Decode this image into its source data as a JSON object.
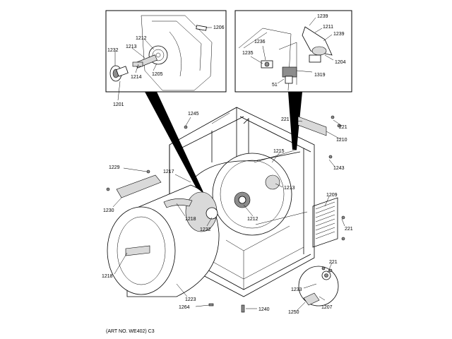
{
  "diagram": {
    "callouts_main": [
      {
        "id": "1245",
        "text": "1245"
      },
      {
        "id": "221a",
        "text": "221"
      },
      {
        "id": "221b",
        "text": "221"
      },
      {
        "id": "1210",
        "text": "1210"
      },
      {
        "id": "1215",
        "text": "1215"
      },
      {
        "id": "1243",
        "text": "1243"
      },
      {
        "id": "1229",
        "text": "1229"
      },
      {
        "id": "1217",
        "text": "1217"
      },
      {
        "id": "1213",
        "text": "1213"
      },
      {
        "id": "1209",
        "text": "1209"
      },
      {
        "id": "1230",
        "text": "1230"
      },
      {
        "id": "1218a",
        "text": "1218"
      },
      {
        "id": "1212",
        "text": "1212"
      },
      {
        "id": "1232",
        "text": "1232"
      },
      {
        "id": "221c",
        "text": "221"
      },
      {
        "id": "221d",
        "text": "221"
      },
      {
        "id": "1218b",
        "text": "1218"
      },
      {
        "id": "1223",
        "text": "1223"
      },
      {
        "id": "1233",
        "text": "1233"
      },
      {
        "id": "1207",
        "text": "1207"
      },
      {
        "id": "1264",
        "text": "1264"
      },
      {
        "id": "1240",
        "text": "1240"
      },
      {
        "id": "1250",
        "text": "1250"
      }
    ],
    "inset_left": {
      "callouts": [
        {
          "id": "1206",
          "text": "1206"
        },
        {
          "id": "1212",
          "text": "1212"
        },
        {
          "id": "1232",
          "text": "1232"
        },
        {
          "id": "1213",
          "text": "1213"
        },
        {
          "id": "1214",
          "text": "1214"
        },
        {
          "id": "1205",
          "text": "1205"
        },
        {
          "id": "1201",
          "text": "1201"
        }
      ]
    },
    "inset_right": {
      "callouts": [
        {
          "id": "1239a",
          "text": "1239"
        },
        {
          "id": "1211",
          "text": "1211"
        },
        {
          "id": "1239b",
          "text": "1239"
        },
        {
          "id": "1236",
          "text": "1236"
        },
        {
          "id": "1235",
          "text": "1235"
        },
        {
          "id": "1204",
          "text": "1204"
        },
        {
          "id": "1319",
          "text": "1319"
        },
        {
          "id": "51",
          "text": "51"
        }
      ]
    },
    "art_number": "(ART NO. WE402) C3"
  }
}
